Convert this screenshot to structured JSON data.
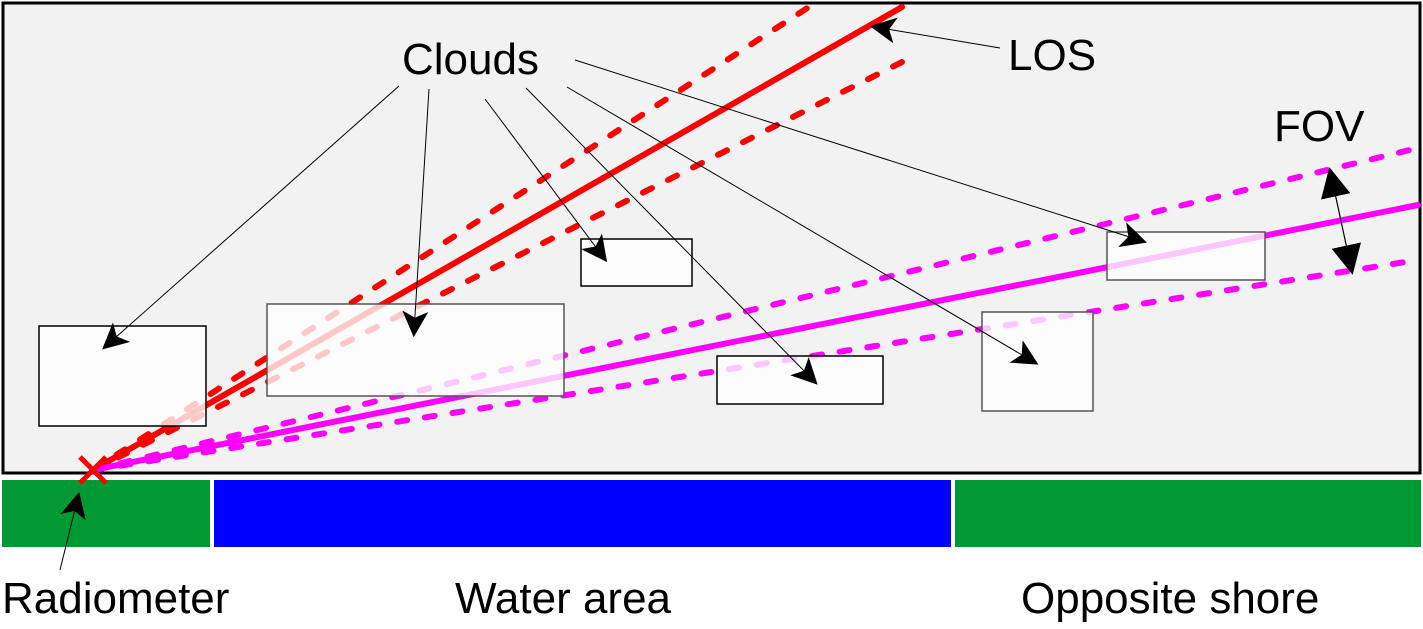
{
  "diagram": {
    "title": "Radiometer line of sight over water with clouds",
    "labels": {
      "clouds": "Clouds",
      "los": "LOS",
      "fov": "FOV",
      "radiometer": "Radiometer",
      "water_area": "Water area",
      "opposite_shore": "Opposite shore"
    },
    "colors": {
      "sky_background": "#f2f2f2",
      "cloud_fill": "#ffffff",
      "land": "#009933",
      "water": "#0000ff",
      "steep_los": "#ff0000",
      "shallow_los": "#ff00ff",
      "radiometer_marker": "#ff0000"
    },
    "ground_segments": [
      {
        "name": "near-shore",
        "kind": "land"
      },
      {
        "name": "water-area",
        "kind": "water"
      },
      {
        "name": "opposite-shore",
        "kind": "land"
      }
    ],
    "clouds": [
      {
        "name": "cloud-1"
      },
      {
        "name": "cloud-2"
      },
      {
        "name": "cloud-3"
      },
      {
        "name": "cloud-4"
      },
      {
        "name": "cloud-5"
      },
      {
        "name": "cloud-6"
      }
    ],
    "beams": [
      {
        "name": "steep-beam",
        "line_of_sight": "solid",
        "fov_edges": "dashed"
      },
      {
        "name": "shallow-beam",
        "line_of_sight": "solid",
        "fov_edges": "dashed"
      }
    ]
  }
}
